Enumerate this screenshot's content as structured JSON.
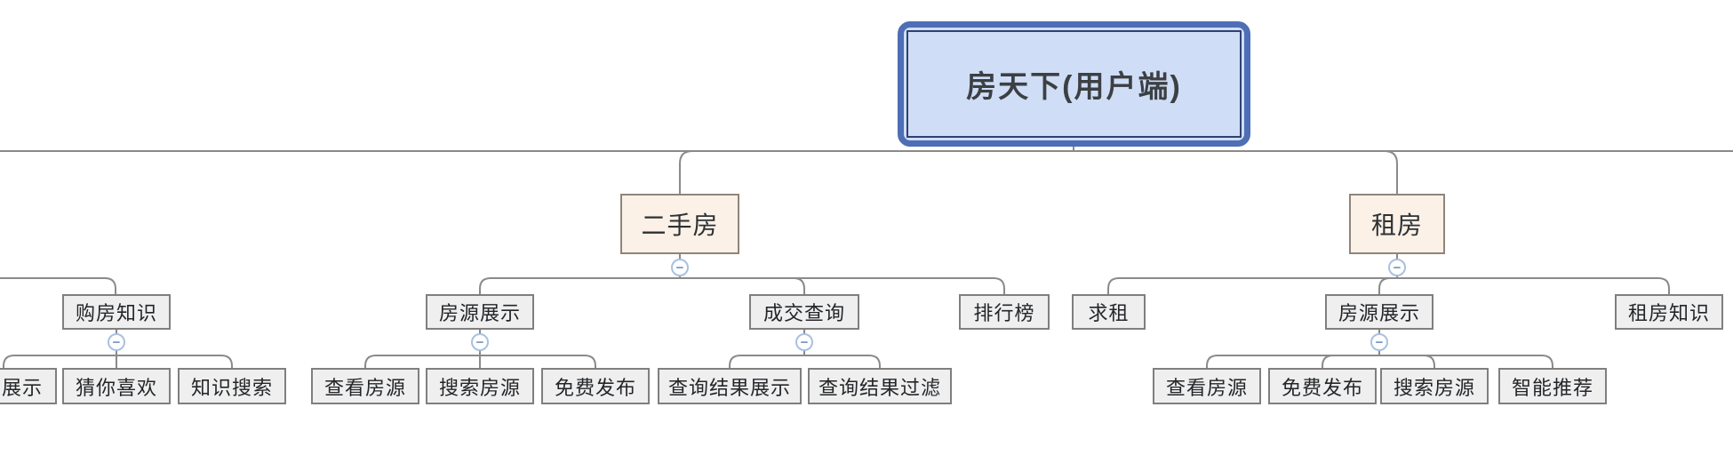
{
  "diagram": {
    "root": {
      "label": "房天下(用户端)"
    },
    "branches": [
      {
        "label": "二手房"
      },
      {
        "label": "租房"
      }
    ],
    "level3": [
      {
        "label": "购房知识"
      },
      {
        "label": "房源展示"
      },
      {
        "label": "成交查询"
      },
      {
        "label": "排行榜"
      },
      {
        "label": "求租"
      },
      {
        "label": "房源展示"
      },
      {
        "label": "租房知识"
      }
    ],
    "level4": [
      {
        "label": "展示"
      },
      {
        "label": "猜你喜欢"
      },
      {
        "label": "知识搜索"
      },
      {
        "label": "查看房源"
      },
      {
        "label": "搜索房源"
      },
      {
        "label": "免费发布"
      },
      {
        "label": "查询结果展示"
      },
      {
        "label": "查询结果过滤"
      },
      {
        "label": "查看房源"
      },
      {
        "label": "免费发布"
      },
      {
        "label": "搜索房源"
      },
      {
        "label": "智能推荐"
      }
    ],
    "collapse_symbol": "−",
    "colors": {
      "root_fill": "#cfddf7",
      "root_border": "#4e6eb5",
      "root_inner_border": "#2e4270",
      "branch_fill": "#fbf1e6",
      "branch_border": "#8f857b",
      "leaf_fill": "#efefef",
      "leaf_border": "#7f7f7f",
      "connector": "#8a8a8a",
      "collapse_border": "#a9c0e2",
      "collapse_glyph": "#7094c8"
    }
  }
}
